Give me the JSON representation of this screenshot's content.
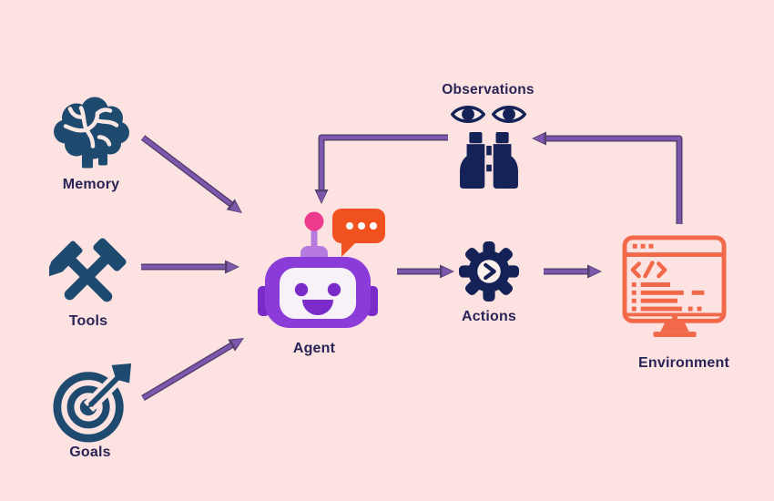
{
  "nodes": {
    "memory": {
      "label": "Memory",
      "icon": "brain-icon"
    },
    "tools": {
      "label": "Tools",
      "icon": "crossed-hammers-icon"
    },
    "goals": {
      "label": "Goals",
      "icon": "target-dart-icon"
    },
    "agent": {
      "label": "Agent",
      "icon": "robot-icon"
    },
    "observations": {
      "label": "Observations",
      "icon": "eyes-binoculars-icon"
    },
    "actions": {
      "label": "Actions",
      "icon": "gear-icon"
    },
    "environment": {
      "label": "Environment",
      "icon": "code-monitor-icon"
    }
  },
  "edges": [
    {
      "from": "memory",
      "to": "agent"
    },
    {
      "from": "tools",
      "to": "agent"
    },
    {
      "from": "goals",
      "to": "agent"
    },
    {
      "from": "agent",
      "to": "actions"
    },
    {
      "from": "actions",
      "to": "environment"
    },
    {
      "from": "environment",
      "to": "observations"
    },
    {
      "from": "observations",
      "to": "agent"
    }
  ],
  "colors": {
    "background": "#FCE3E1",
    "arrow": "#7D58AE",
    "arrow_outline": "#54406E",
    "steel_blue_icons": "#1F4A70",
    "navy_icons": "#152258",
    "label_text": "#2A2356",
    "robot_purple": "#8A3BD8",
    "robot_dark_purple": "#7A2BC9",
    "robot_lavender": "#B77BE0",
    "antenna_pink": "#EE3A8C",
    "bubble_orange": "#F1511F",
    "monitor_orange": "#F2694A"
  }
}
